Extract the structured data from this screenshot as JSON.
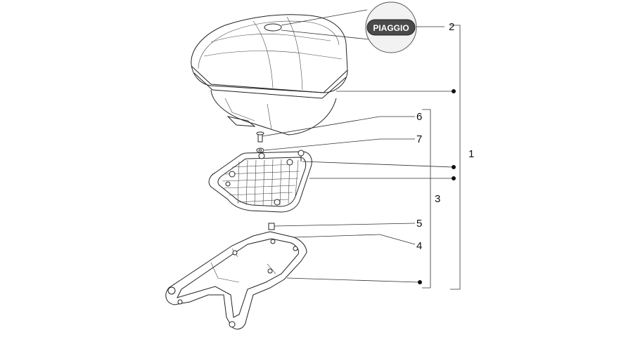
{
  "diagram": {
    "logo_text": "PIAGGIO",
    "callouts": [
      {
        "id": "c1",
        "label": "1"
      },
      {
        "id": "c2",
        "label": "2"
      },
      {
        "id": "c3",
        "label": "3"
      },
      {
        "id": "c4",
        "label": "4"
      },
      {
        "id": "c5",
        "label": "5"
      },
      {
        "id": "c6",
        "label": "6"
      },
      {
        "id": "c7",
        "label": "7"
      }
    ]
  }
}
